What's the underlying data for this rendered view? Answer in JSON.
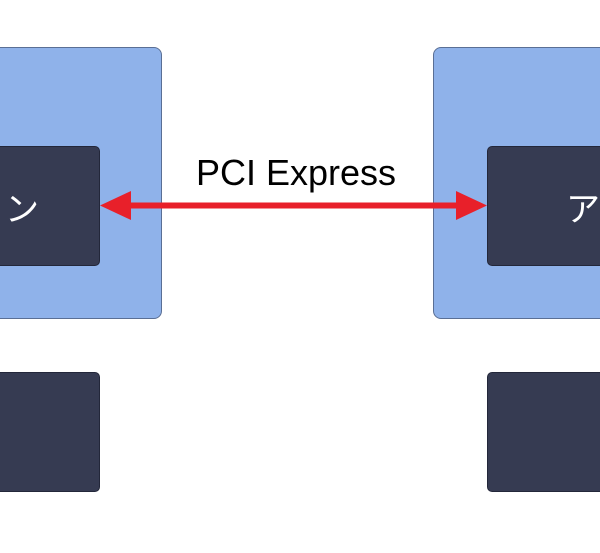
{
  "diagram": {
    "link": {
      "label": "PCI Express",
      "color": "#e8202a"
    },
    "left_node": {
      "chip_label": "ン"
    },
    "right_node": {
      "chip_label": "ア"
    },
    "colors": {
      "container_fill": "#8fb2ea",
      "chip_fill": "#363b52"
    }
  }
}
